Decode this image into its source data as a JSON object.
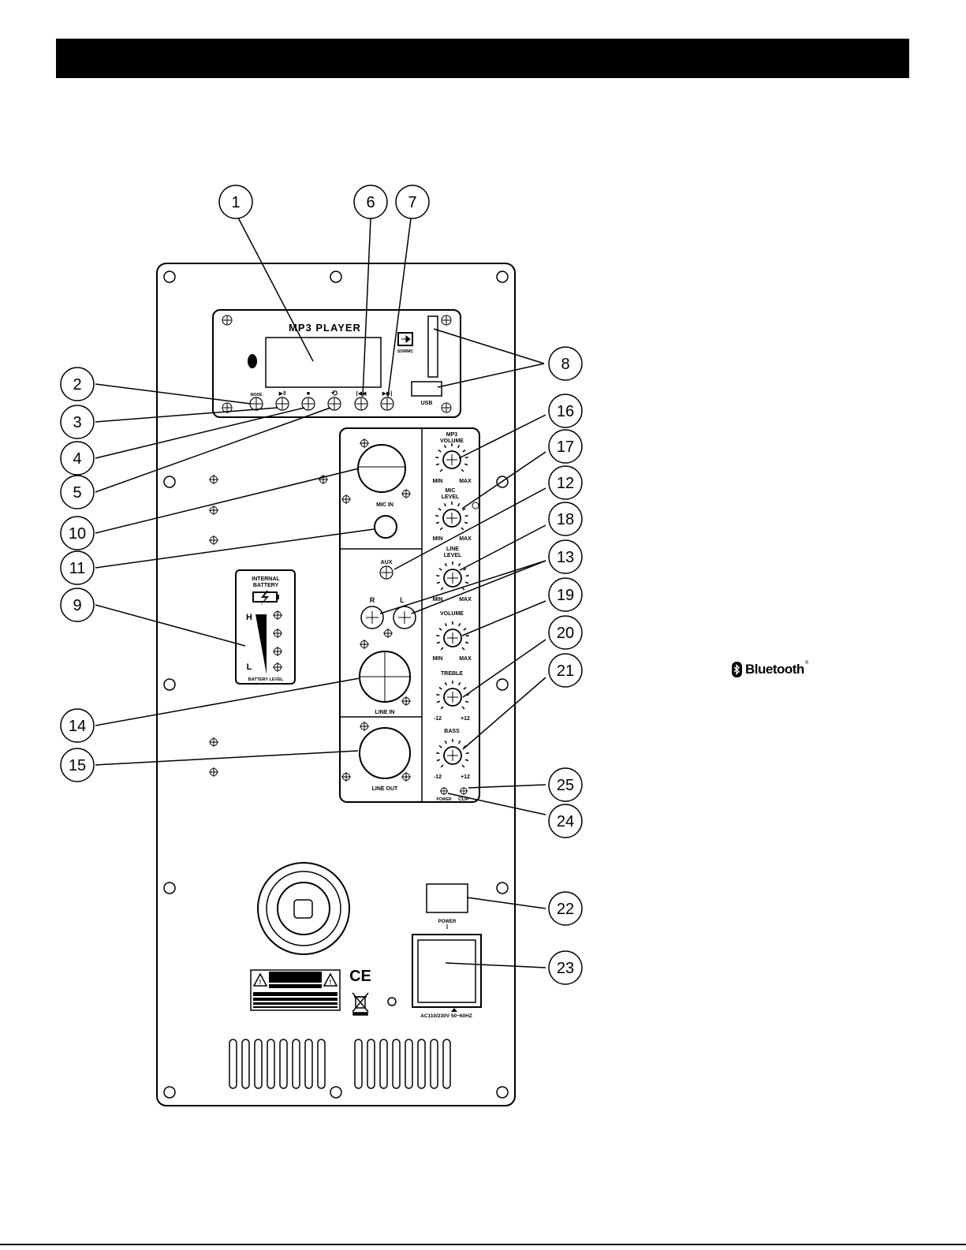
{
  "callouts": [
    "1",
    "2",
    "3",
    "4",
    "5",
    "6",
    "7",
    "8",
    "9",
    "10",
    "11",
    "12",
    "13",
    "14",
    "15",
    "16",
    "17",
    "18",
    "19",
    "20",
    "21",
    "22",
    "23",
    "24",
    "25"
  ],
  "panel": {
    "mp3_title": "MP3 PLAYER",
    "mode_label": "MODE",
    "play_label": "▶‖",
    "stop_label": "■",
    "repeat_label": "⟲",
    "prev_label": "|◀◀",
    "next_label": "▶▶|",
    "sd_label": "SD/MMC",
    "usb_label": "USB",
    "mic_in_label": "MIC IN",
    "aux_label": "AUX",
    "r_label": "R",
    "l_label": "L",
    "line_in_label": "LINE IN",
    "line_out_label": "LINE OUT",
    "mp3_volume_label_1": "MP3",
    "mp3_volume_label_2": "VOLUME",
    "mic_level_label_1": "MIC",
    "mic_level_label_2": "LEVEL",
    "line_level_label_1": "LINE",
    "line_level_label_2": "LEVEL",
    "volume_label": "VOLUME",
    "treble_label": "TREBLE",
    "bass_label": "BASS",
    "min_label": "MIN",
    "max_label": "MAX",
    "minus12_label": "-12",
    "plus12_label": "+12",
    "power_led_label": "POWER",
    "clip_label": "CLIP",
    "battery_title_1": "INTERNAL",
    "battery_title_2": "BATTERY",
    "battery_h": "H",
    "battery_l": "L",
    "battery_level_label": "BATTERY LEVEL",
    "power_switch_label": "POWER",
    "ac_label": "AC110/230V 50~60HZ",
    "ce_mark": "CE"
  },
  "bluetooth": {
    "word": "Bluetooth",
    "reg": "®"
  },
  "colors": {
    "ink": "#000000",
    "paper": "#ffffff"
  }
}
